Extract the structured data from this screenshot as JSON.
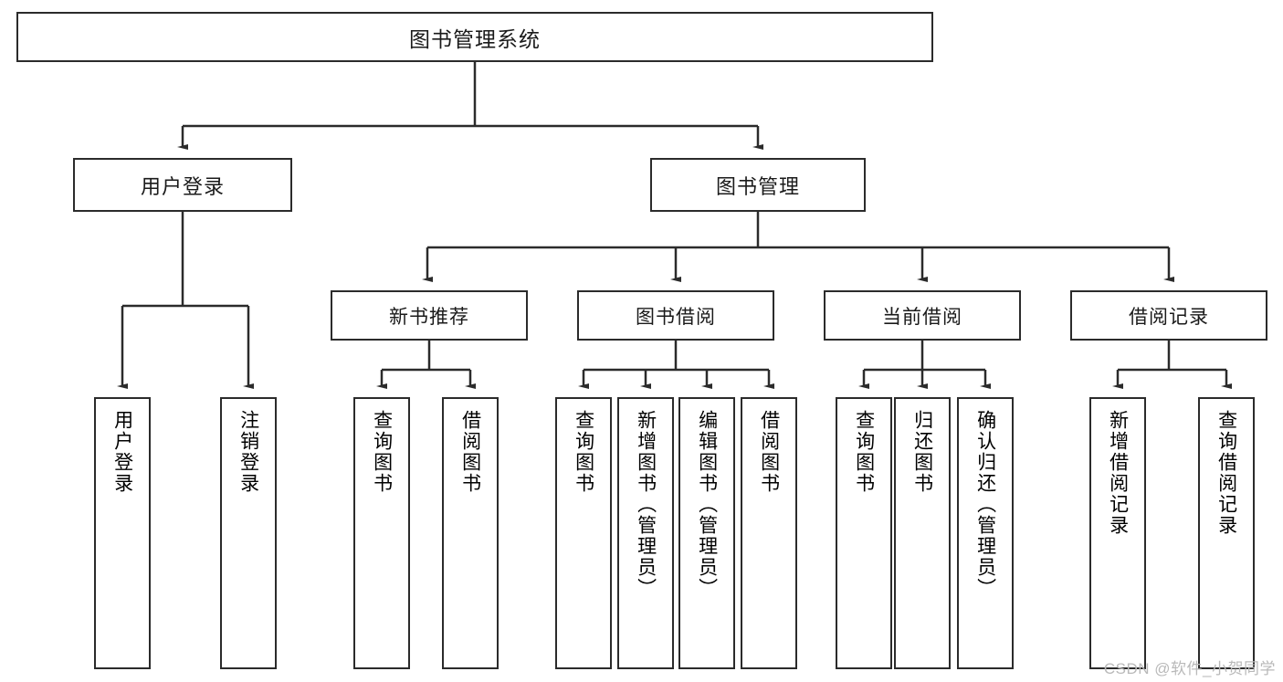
{
  "diagram": {
    "type": "tree-hierarchy",
    "title": "图书管理系统",
    "root": {
      "label": "图书管理系统"
    },
    "level1": [
      {
        "id": "user-login",
        "label": "用户登录"
      },
      {
        "id": "book-management",
        "label": "图书管理"
      }
    ],
    "level2": [
      {
        "id": "new-book-recommend",
        "label": "新书推荐",
        "parent": "book-management"
      },
      {
        "id": "book-borrow",
        "label": "图书借阅",
        "parent": "book-management"
      },
      {
        "id": "current-borrow",
        "label": "当前借阅",
        "parent": "book-management"
      },
      {
        "id": "borrow-record",
        "label": "借阅记录",
        "parent": "book-management"
      }
    ],
    "leaves": {
      "user-login": [
        {
          "id": "leaf-user-login",
          "label": "用户登录"
        },
        {
          "id": "leaf-user-logout",
          "label": "注销登录"
        }
      ],
      "new-book-recommend": [
        {
          "id": "leaf-query-book-1",
          "label": "查询图书"
        },
        {
          "id": "leaf-borrow-book-1",
          "label": "借阅图书"
        }
      ],
      "book-borrow": [
        {
          "id": "leaf-query-book-2",
          "label": "查询图书"
        },
        {
          "id": "leaf-add-book",
          "label": "新增图书（管理员）"
        },
        {
          "id": "leaf-edit-book",
          "label": "编辑图书（管理员）"
        },
        {
          "id": "leaf-borrow-book-2",
          "label": "借阅图书"
        }
      ],
      "current-borrow": [
        {
          "id": "leaf-query-book-3",
          "label": "查询图书"
        },
        {
          "id": "leaf-return-book",
          "label": "归还图书"
        },
        {
          "id": "leaf-confirm-return",
          "label": "确认归还（管理员）"
        }
      ],
      "borrow-record": [
        {
          "id": "leaf-add-record",
          "label": "新增借阅记录"
        },
        {
          "id": "leaf-query-record",
          "label": "查询借阅记录"
        }
      ]
    },
    "colors": {
      "stroke": "#2b2b2b",
      "fill": "#ffffff",
      "text": "#1a1a1a",
      "watermark": "#b9b9b9"
    }
  },
  "watermark": {
    "text": "CSDN @软件_小贺同学"
  }
}
